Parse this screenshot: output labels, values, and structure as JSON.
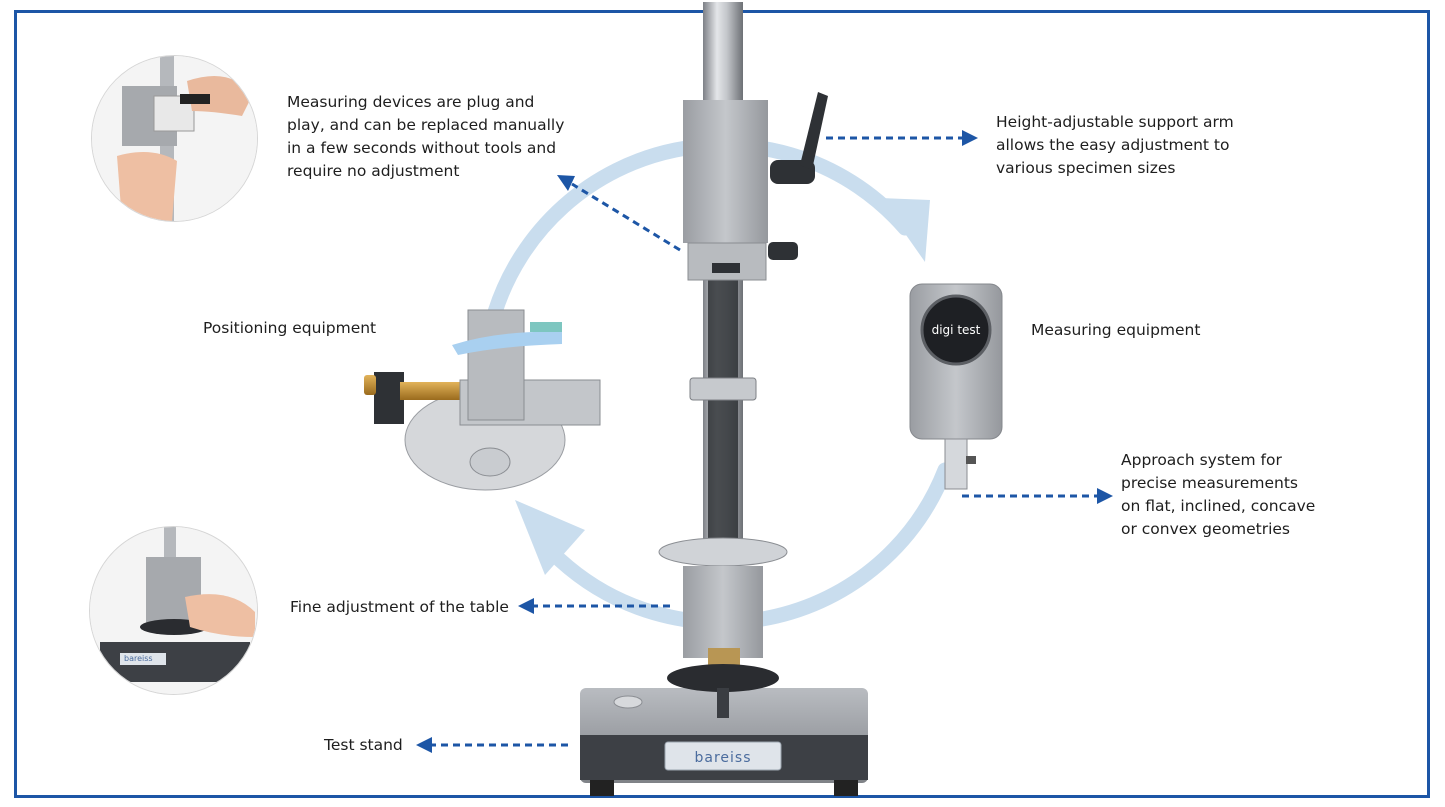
{
  "colors": {
    "frame": "#1d56a6",
    "arrow": "#1d56a6",
    "cycle": "#bcd6ea",
    "text": "#1e1e1e",
    "metal": "#a9acb1",
    "dark": "#2e3135"
  },
  "labels": {
    "plug_and_play": [
      "Measuring devices are plug and",
      "play, and can be replaced manually",
      "in a few seconds without tools and",
      "require no adjustment"
    ],
    "height_adjustable": [
      "Height-adjustable support arm",
      "allows the easy adjustment to",
      "various specimen sizes"
    ],
    "positioning": "Positioning equipment",
    "measuring": "Measuring equipment",
    "approach": [
      "Approach system for",
      "precise measurements",
      "on flat, inclined, concave",
      "or convex geometries"
    ],
    "fine_adjustment": "Fine adjustment of the table",
    "test_stand": "Test stand"
  },
  "device": {
    "gauge_brand": "digi test",
    "stand_brand": "bareiss",
    "inset_brand": "bareiss"
  }
}
